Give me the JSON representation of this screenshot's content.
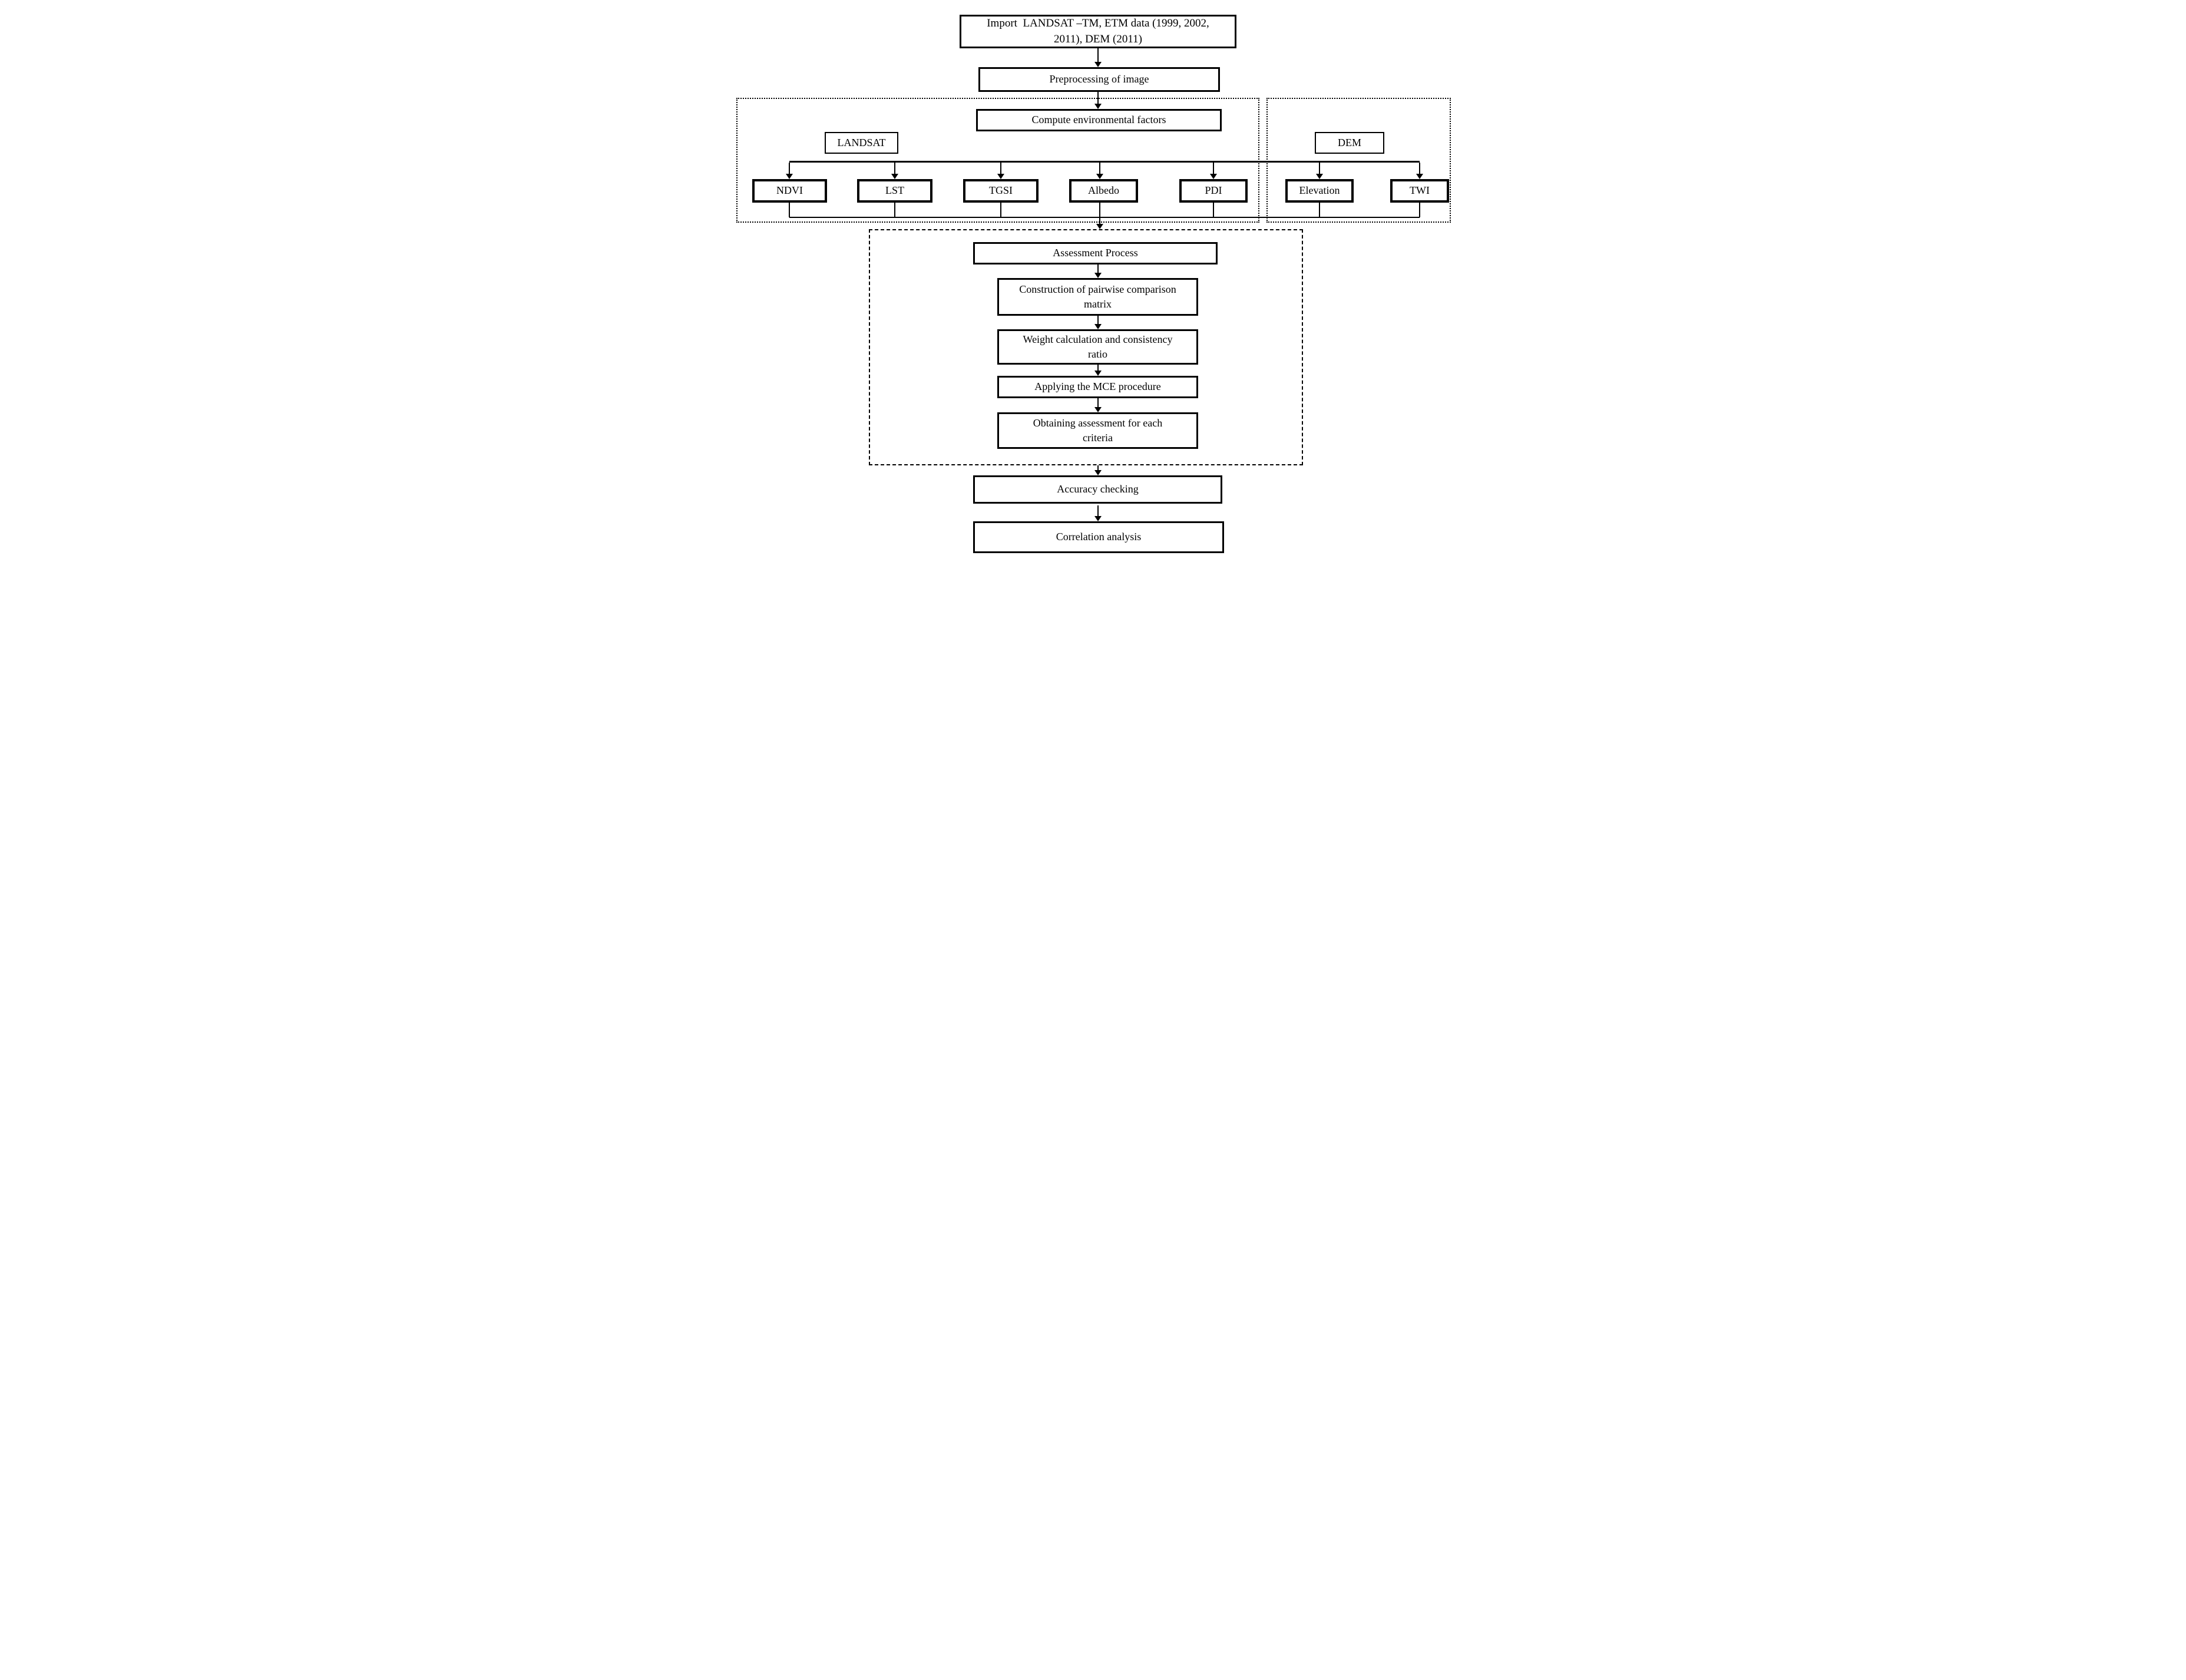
{
  "page": {
    "background": "#ffffff",
    "line_color": "#000000",
    "description": "Methodology flowchart for desertification assessment using LANDSAT and DEM data"
  },
  "boxes": {
    "import": "Import  LANDSAT –TM, ETM data (1999, 2002,\n2011), DEM (2011)",
    "preprocessing": "Preprocessing of image",
    "compute": "Compute environmental factors",
    "landsat_label": "LANDSAT",
    "dem_label": "DEM",
    "assessment": "Assessment Process",
    "construction": "Construction of pairwise comparison\nmatrix",
    "weight": "Weight calculation and consistency\nratio",
    "mce": "Applying the MCE procedure",
    "obtaining": "Obtaining assessment for each\ncriteria",
    "accuracy": "Accuracy checking",
    "correlation": "Correlation analysis"
  },
  "factors": [
    "NDVI",
    "LST",
    "TGSI",
    "Albedo",
    "PDI",
    "Elevation",
    "TWI"
  ]
}
